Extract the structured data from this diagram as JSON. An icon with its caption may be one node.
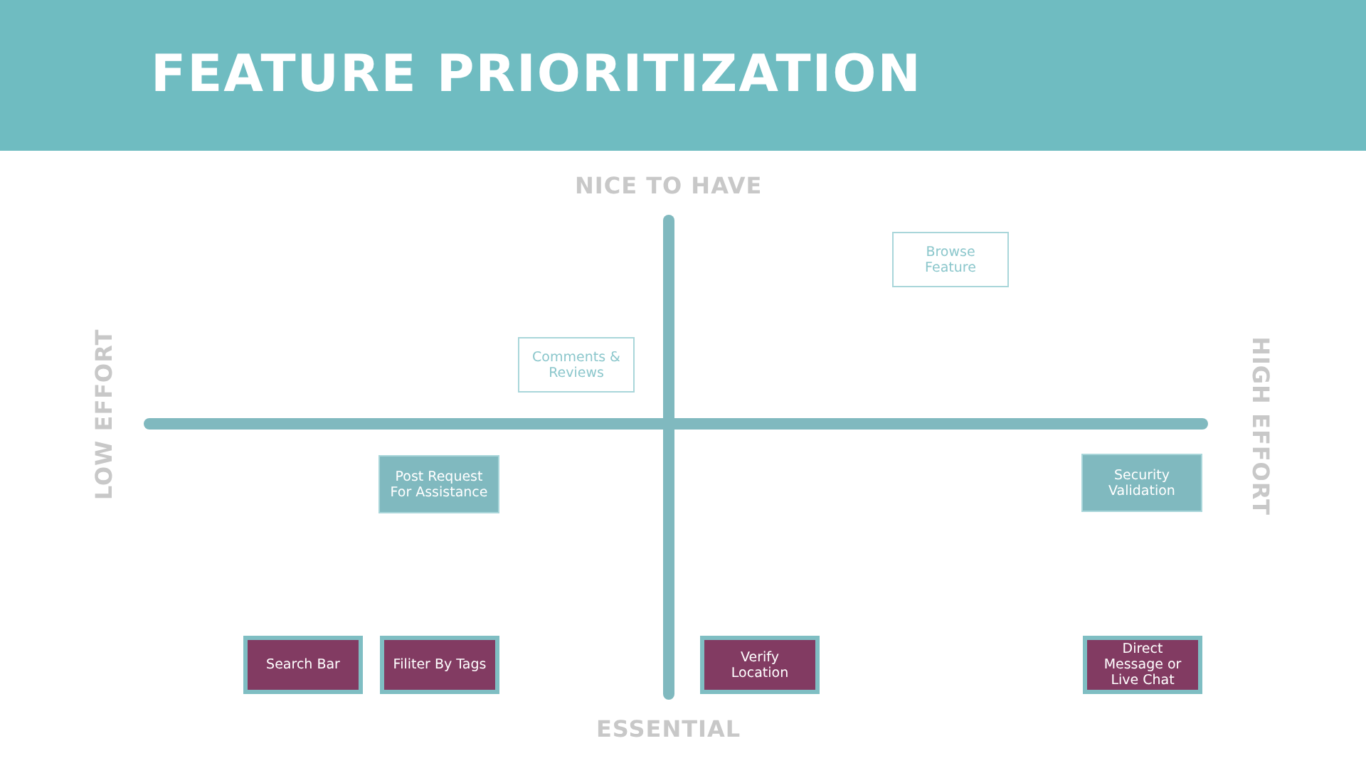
{
  "diagram": {
    "title": "FEATURE PRIORITIZATION",
    "nodes": [
      {
        "text": [
          "Browse Feature"
        ]
      },
      {
        "text": [
          "Comments & Reviews"
        ]
      },
      {
        "text": [
          "Post Request For Assistance"
        ]
      },
      {
        "text": [
          "Security Validation"
        ]
      },
      {
        "text": [
          "Search Bar"
        ]
      },
      {
        "text": [
          "Filiter By Tags"
        ]
      },
      {
        "text": [
          "Verify Location"
        ]
      },
      {
        "text": [
          "Direct Message or Live Chat"
        ]
      }
    ],
    "labels": [
      "NICE TO HAVE",
      "LOW EFFORT",
      "HIGH EFFORT",
      "ESSENTIAL"
    ]
  }
}
